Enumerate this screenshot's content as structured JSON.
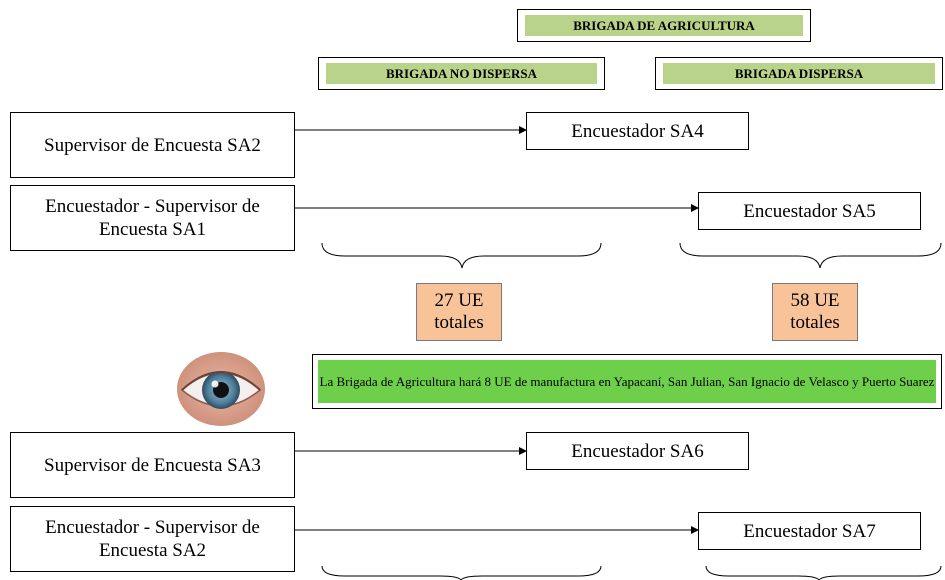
{
  "header": {
    "brigade_title": "BRIGADA DE AGRICULTURA",
    "non_dispersed": "BRIGADA NO DISPERSA",
    "dispersed": "BRIGADA DISPERSA"
  },
  "group1": {
    "supervisor": "Supervisor de Encuesta SA2",
    "enc_supervisor": "Encuestador - Supervisor de Encuesta SA1",
    "enc_a": "Encuestador SA4",
    "enc_b": "Encuestador SA5"
  },
  "totals": {
    "non_dispersed": "27 UE totales",
    "dispersed": "58 UE totales"
  },
  "note": "La Brigada de Agricultura hará 8 UE de manufactura en Yapacaní, San Julian, San Ignacio de Velasco y Puerto Suarez",
  "group2": {
    "supervisor": "Supervisor de Encuesta SA3",
    "enc_supervisor": "Encuestador - Supervisor de Encuesta SA2",
    "enc_a": "Encuestador SA6",
    "enc_b": "Encuestador SA7"
  },
  "colors": {
    "header_fill": "#b9d48a",
    "total_fill": "#f9c39a",
    "note_fill": "#6ed04a"
  },
  "icons": {
    "eye": "eye-icon"
  }
}
